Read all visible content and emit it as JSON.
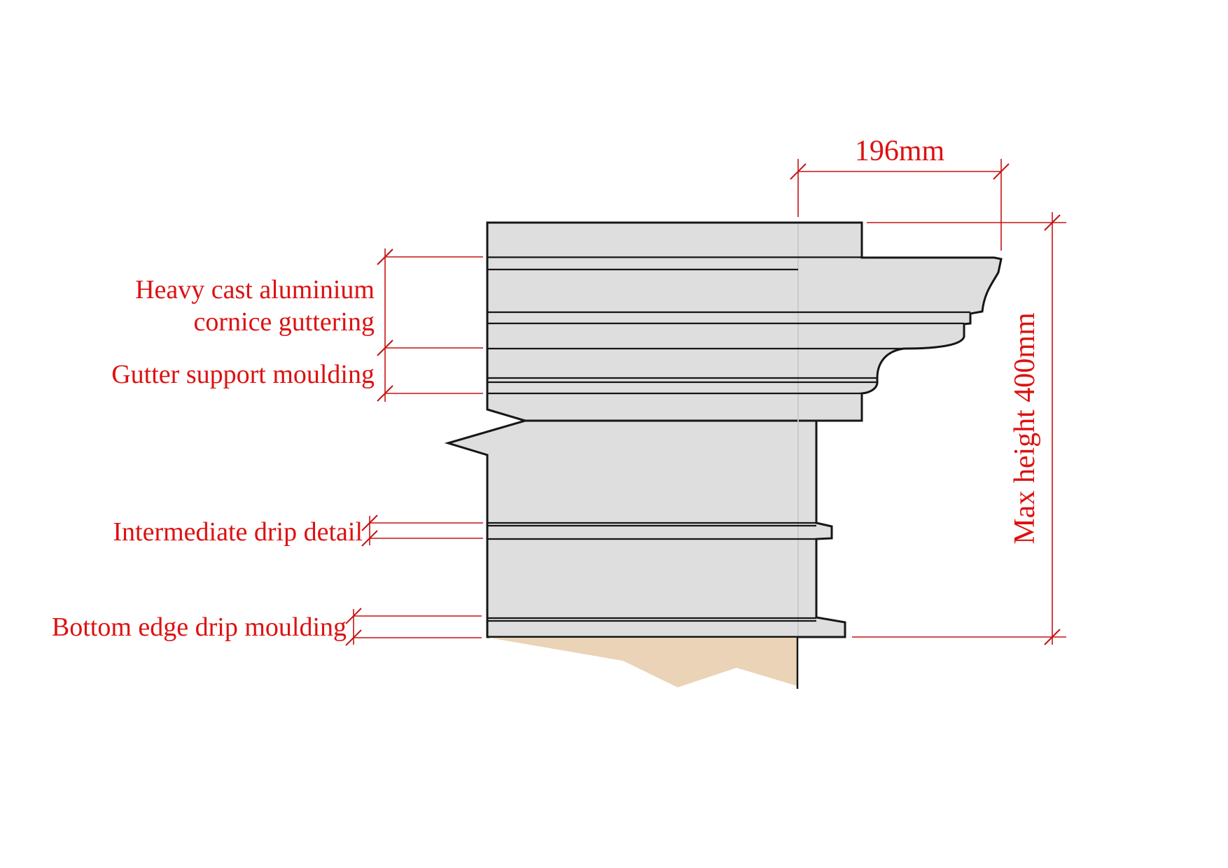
{
  "diagram": {
    "type": "architectural-section-detail",
    "subject": "Cast aluminium cornice guttering section",
    "colors": {
      "background": "#ffffff",
      "annotation_red": "#dd1111",
      "leader_red": "#c41313",
      "profile_fill": "#dedede",
      "profile_stroke": "#161616",
      "seam_gray": "#c8c8c8",
      "wall_fill": "#ead3b6"
    },
    "dimensions": {
      "projection": "196mm",
      "max_height": "Max height 400mm"
    },
    "labels": {
      "gutter_line1": "Heavy cast aluminium",
      "gutter_line2": "cornice guttering",
      "support": "Gutter support moulding",
      "intermediate": "Intermediate drip detail",
      "bottom": "Bottom edge drip moulding"
    }
  }
}
